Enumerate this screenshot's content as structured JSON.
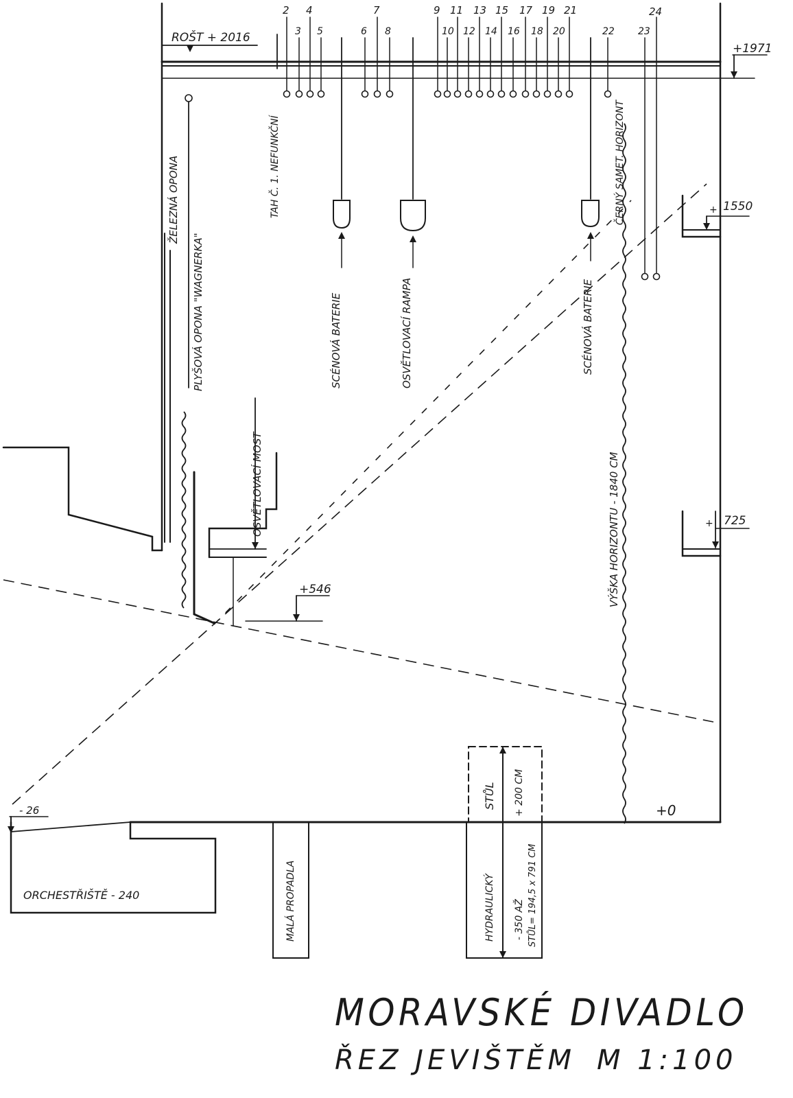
{
  "drawing": {
    "title": "MORAVSKÉ DIVADLO",
    "subtitle": "ŘEZ JEVIŠTĚM",
    "scale": "M 1:100"
  },
  "levels": {
    "rost": "ROŠT + 2016",
    "top": "+1971",
    "gallery_upper": "1550",
    "gallery_lower": "725",
    "gallery_plus": "+",
    "bridge": "+546",
    "stage_floor": "+0",
    "orchestra_edge": "- 26"
  },
  "rows_top": [
    "2",
    "4",
    "7",
    "9",
    "11",
    "13",
    "15",
    "17",
    "19",
    "21",
    "24"
  ],
  "rows_bottom": [
    "3",
    "5",
    "6",
    "8",
    "10",
    "12",
    "14",
    "16",
    "18",
    "20",
    "22",
    "23"
  ],
  "vertical_labels": {
    "iron_curtain": "ŽELEZNÁ OPONA",
    "plush_curtain": "PLYŠOVÁ OPONA \"WAGNERKA\"",
    "batten_1": "TAH Č. 1. NEFUNKČNÍ",
    "scene_battery_1": "SCÉNOVÁ BATERIE",
    "lighting_ramp": "OSVĚTLOVACÍ RAMPA",
    "scene_battery_2": "SCÉNOVÁ BATERIE",
    "black_velvet": "ČERNÝ SAMET. HORIZONT",
    "horizon_height": "VÝŠKA HORIZONTU - 1840 CM",
    "lighting_bridge": "OSVĚTLOVACÍ MOST",
    "small_trap": "MALÁ PROPADLA",
    "hydraulic": "HYDRAULICKÝ",
    "table": "STŮL",
    "plus_200": "+ 200 CM",
    "minus_350": "- 350   AŽ",
    "table_size": "STŮL= 194,5 x 791 CM"
  },
  "orchestra": "ORCHESTŘIŠTĚ  - 240",
  "colors": {
    "ink": "#1a1a1a",
    "paper": "#ffffff"
  }
}
